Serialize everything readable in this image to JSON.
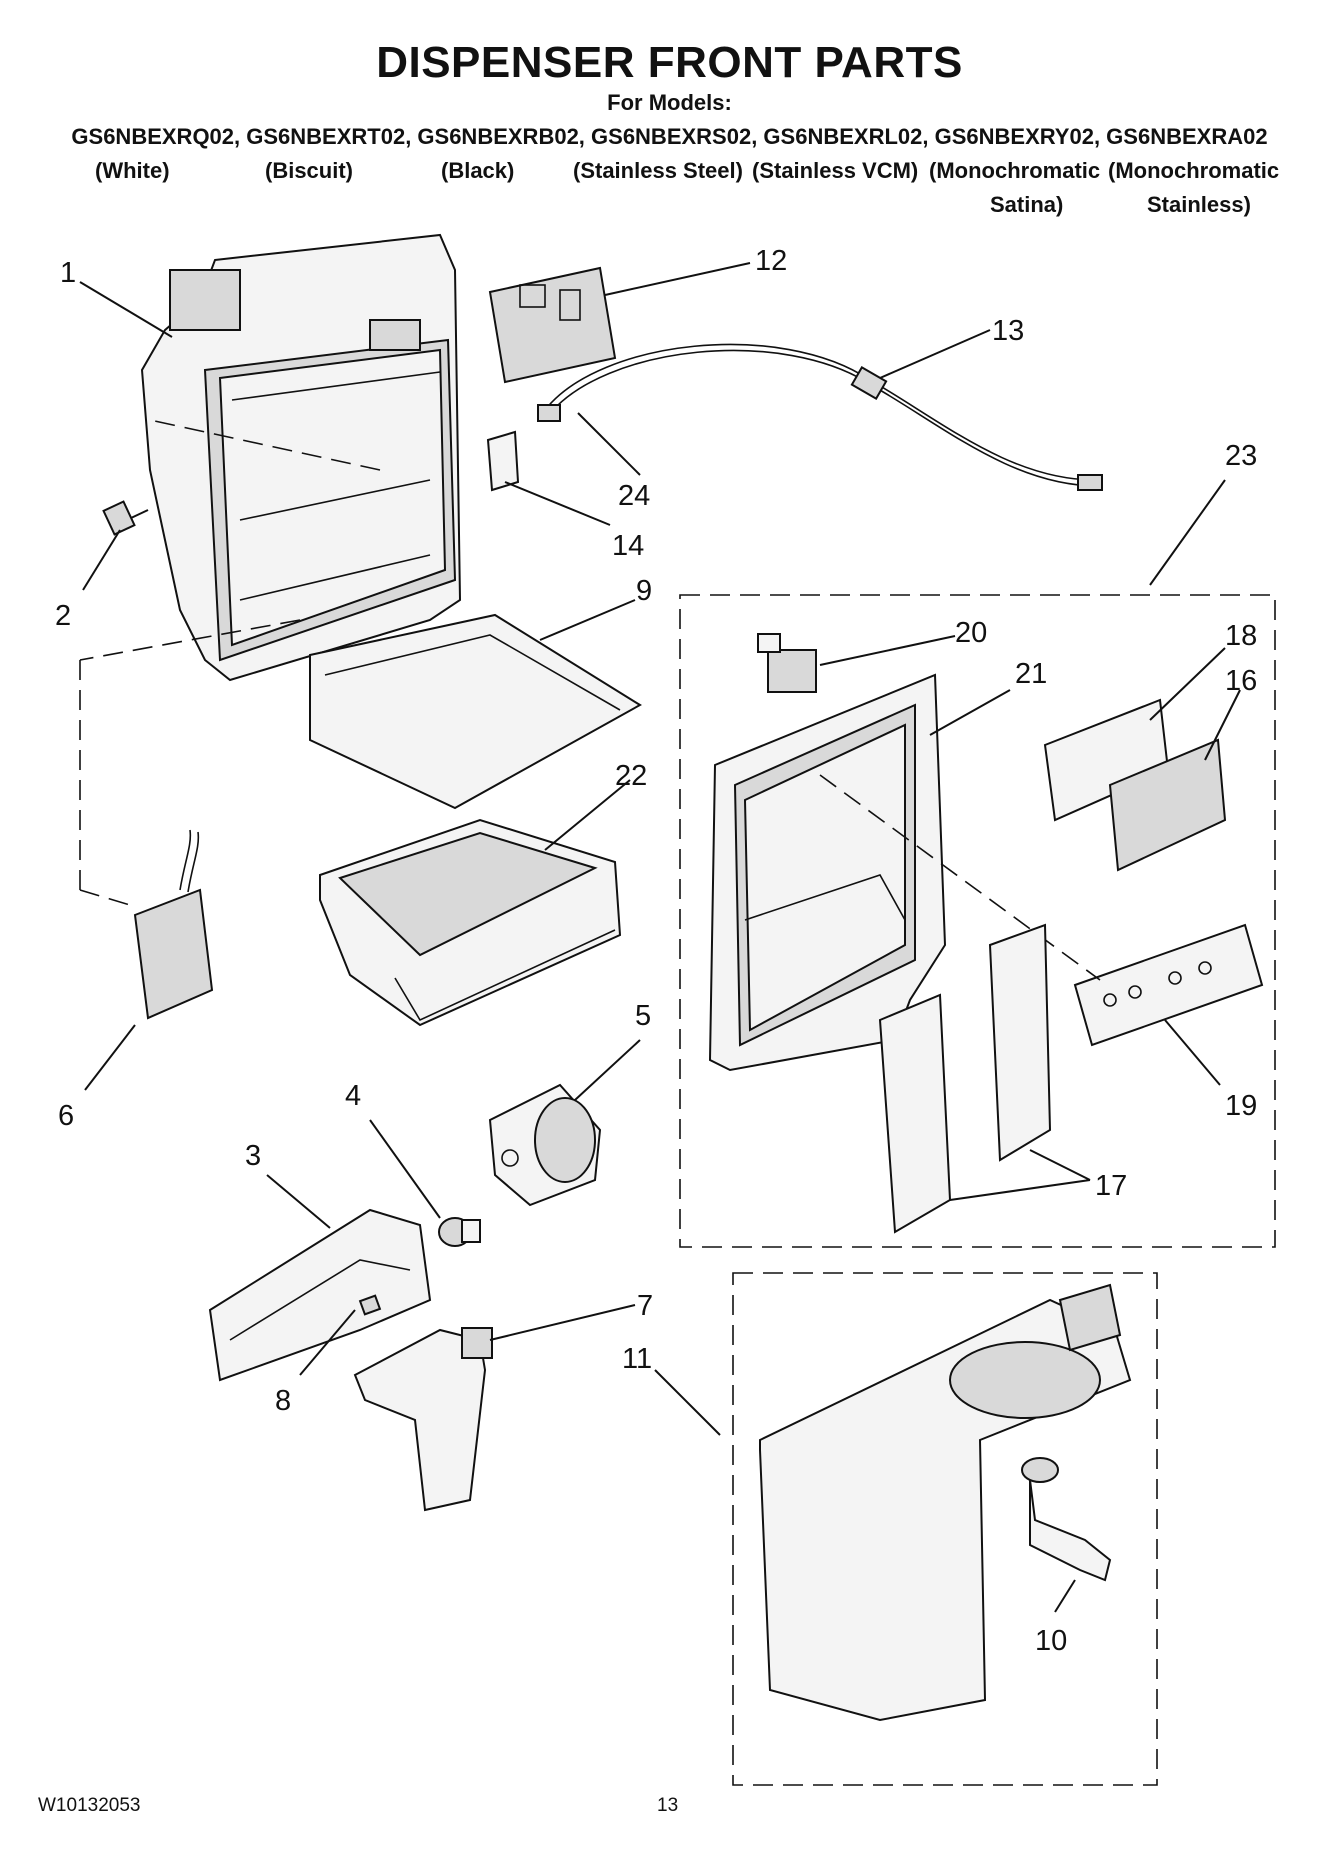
{
  "header": {
    "title": "DISPENSER FRONT PARTS",
    "subtitle": "For Models:",
    "models_line": "GS6NBEXRQ02, GS6NBEXRT02, GS6NBEXRB02, GS6NBEXRS02, GS6NBEXRL02, GS6NBEXRY02, GS6NBEXRA02",
    "colors": [
      "(White)",
      "(Biscuit)",
      "(Black)",
      "(Stainless Steel)",
      "(Stainless VCM)",
      "(Monochromatic",
      "(Monochromatic"
    ],
    "colors_second_line": [
      "Satina)",
      "Stainless)"
    ]
  },
  "callouts": [
    "1",
    "2",
    "3",
    "4",
    "5",
    "6",
    "7",
    "8",
    "9",
    "10",
    "11",
    "12",
    "13",
    "14",
    "16",
    "17",
    "18",
    "19",
    "20",
    "21",
    "22",
    "23",
    "24"
  ],
  "footer": {
    "doc_number": "W10132053",
    "page_number": "13"
  }
}
